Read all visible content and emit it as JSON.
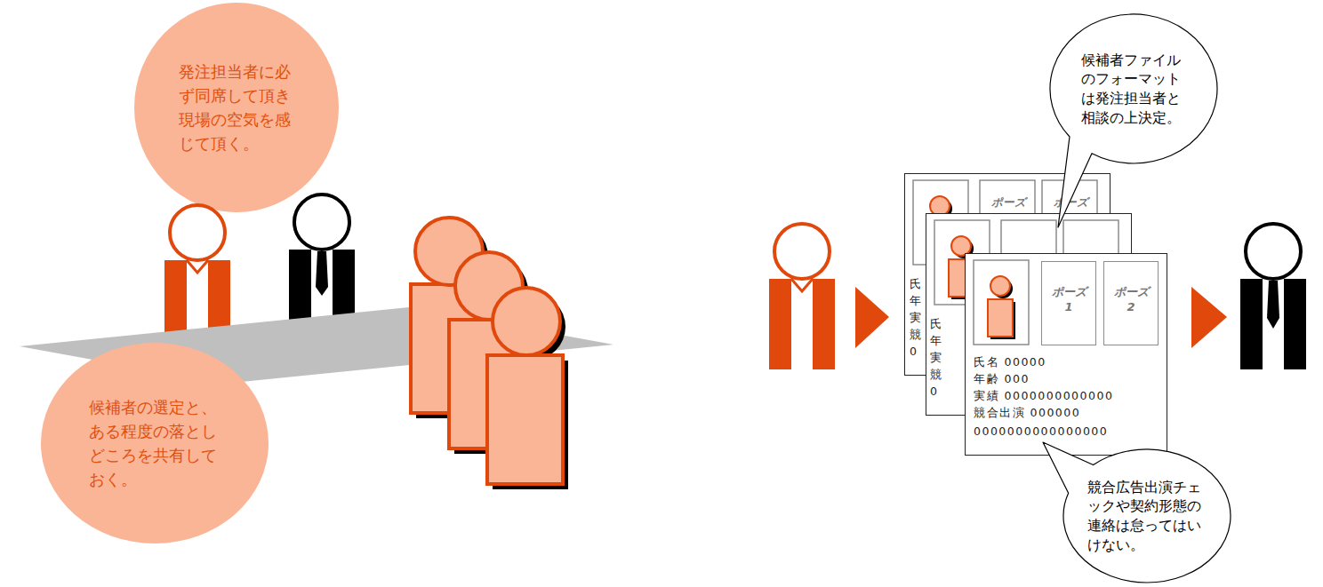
{
  "diagram": {
    "nodes": [
      {
        "text": [
          "発注担当者に必ず同席して頂き現場の空気を感じて頂く。"
        ]
      },
      {
        "text": [
          "候補者の選定と、ある程度の落としどころを共有しておく。"
        ]
      },
      {
        "text": [
          "候補者ファイルのフォーマットは発注担当者と相談の上決定。"
        ]
      },
      {
        "text": [
          "ポーズ",
          "ポーズ",
          "氏",
          "年",
          "実",
          "競",
          "0"
        ]
      },
      {
        "text": [
          "氏",
          "年",
          "実",
          "競",
          "0"
        ]
      },
      {
        "text": [
          "氏名 00000",
          "年齢 000",
          "実績 0000000000000",
          "競合出演 000000",
          "0000000000000000"
        ]
      },
      {
        "text": [
          "ポーズ 1"
        ],
        "in": 5
      },
      {
        "text": [
          "ポーズ 2"
        ],
        "in": 5
      },
      {
        "text": [
          "競合広告出演チェックや契約形態の連絡は怠ってはいけない。"
        ]
      }
    ]
  }
}
